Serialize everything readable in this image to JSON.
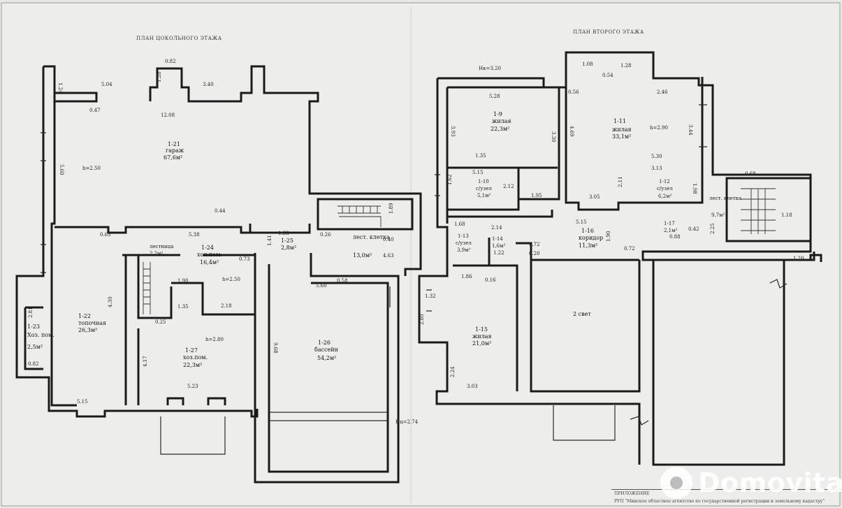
{
  "titles": {
    "basement": "ПЛАН ЦОКОЛЬНОГО ЭТАЖА",
    "second": "ПЛАН ВТОРОГО ЭТАЖА"
  },
  "rooms": {
    "r121": {
      "num": "1-21",
      "name": "гараж",
      "area": "67,6м²",
      "h": "h=2.50"
    },
    "r122": {
      "num": "1-22",
      "name": "топочная",
      "area": "26,3м²"
    },
    "r123": {
      "num": "1-23",
      "name": "Хоз. пом.",
      "area": "2,5м²"
    },
    "r124": {
      "num": "1-24",
      "name": "хол.пом.",
      "area": "16,4м²"
    },
    "r124stair": {
      "name": "лестница",
      "area": "2,2м²"
    },
    "r125": {
      "num": "1-25",
      "area": "2,8м²"
    },
    "r126": {
      "num": "1-26",
      "name": "бассейн",
      "area": "54,2м²"
    },
    "r127": {
      "num": "1-27",
      "name": "хоз.пом.",
      "area": "22,3м²",
      "h": "h=2.80"
    },
    "landing": {
      "name": "лест. клетка",
      "area": "13,0м²"
    },
    "r19": {
      "num": "1-9",
      "name": "жилая",
      "area": "22,3м²"
    },
    "r110": {
      "num": "1-10",
      "name": "с/узел",
      "area": "5,1м²"
    },
    "r111": {
      "num": "1-11",
      "name": "жилая",
      "area": "33,1м²",
      "h": "h=2.90"
    },
    "r112": {
      "num": "1-12",
      "name": "с/узел",
      "area": "6,2м²"
    },
    "r113": {
      "num": "1-13",
      "name": "с/узел",
      "area": "3,9м²"
    },
    "r114": {
      "num": "1-14",
      "area": "1,6м²"
    },
    "r115": {
      "num": "1-15",
      "name": "жилая",
      "area": "21,0м²"
    },
    "r116": {
      "num": "1-16",
      "name": "коридор",
      "area": "11,3м²"
    },
    "r117": {
      "num": "1-17",
      "area": "2,1м²"
    },
    "r118": {
      "name": "лест. клетка",
      "area": "9,7м²"
    },
    "light": {
      "name": "2 свет"
    }
  },
  "dims": {
    "d1": "1.24",
    "d2": "5.04",
    "d3": "0.82",
    "d4": "1.28",
    "d5": "3.40",
    "d6": "0.47",
    "d7": "12.08",
    "d8": "5.60",
    "d9": "0.44",
    "d10": "0.65",
    "d11": "5.38",
    "d12": "1.38",
    "d13": "1.90",
    "d14": "1.35",
    "d15": "0.25",
    "d16": "2.18",
    "d17": "4.17",
    "d18": "5.23",
    "d19": "5.15",
    "d20": "4.30",
    "d21": "2.81",
    "d22": "0.82",
    "d23": "0.73",
    "d24": "1.41",
    "d25": "5.60",
    "d26": "0.58",
    "d27": "9.68",
    "d28": "0.26",
    "d29": "0.40",
    "d30": "4.63",
    "d31": "1.89",
    "d32": "h=2.50",
    "d33": "Hц=2.74",
    "e1": "Hк=3.20",
    "e2": "5.28",
    "e3": "3.93",
    "e4": "1.35",
    "e5": "5.15",
    "e6": "1.62",
    "e7": "2.12",
    "e8": "1.95",
    "e9": "3.30",
    "e10": "1.68",
    "e11": "2.14",
    "e12": "1.22",
    "e13": "1.86",
    "e14": "0.16",
    "e15": "0.72",
    "e16": "0.20",
    "e17": "1.32",
    "e18": "2.80",
    "e19": "2.24",
    "e20": "3.03",
    "e21": "1.08",
    "e22": "0.54",
    "e23": "1.28",
    "e24": "2.46",
    "e25": "0.56",
    "e26": "4.69",
    "e27": "3.44",
    "e28": "5.30",
    "e29": "3.13",
    "e30": "2.11",
    "e31": "1.98",
    "e32": "3.05",
    "e33": "5.15",
    "e34": "0.68",
    "e35": "0.72",
    "e36": "1.18",
    "e37": "1.20",
    "e38": "0.42",
    "e39": "2.25",
    "e40": "1.90",
    "e41": "0.88"
  },
  "watermark": "Domovita",
  "stamp": {
    "line1": "ПРИЛОЖЕНИЕ",
    "line2": "РУП \"Минское областное агентство по государственной регистрации и земельному кадастру\""
  }
}
